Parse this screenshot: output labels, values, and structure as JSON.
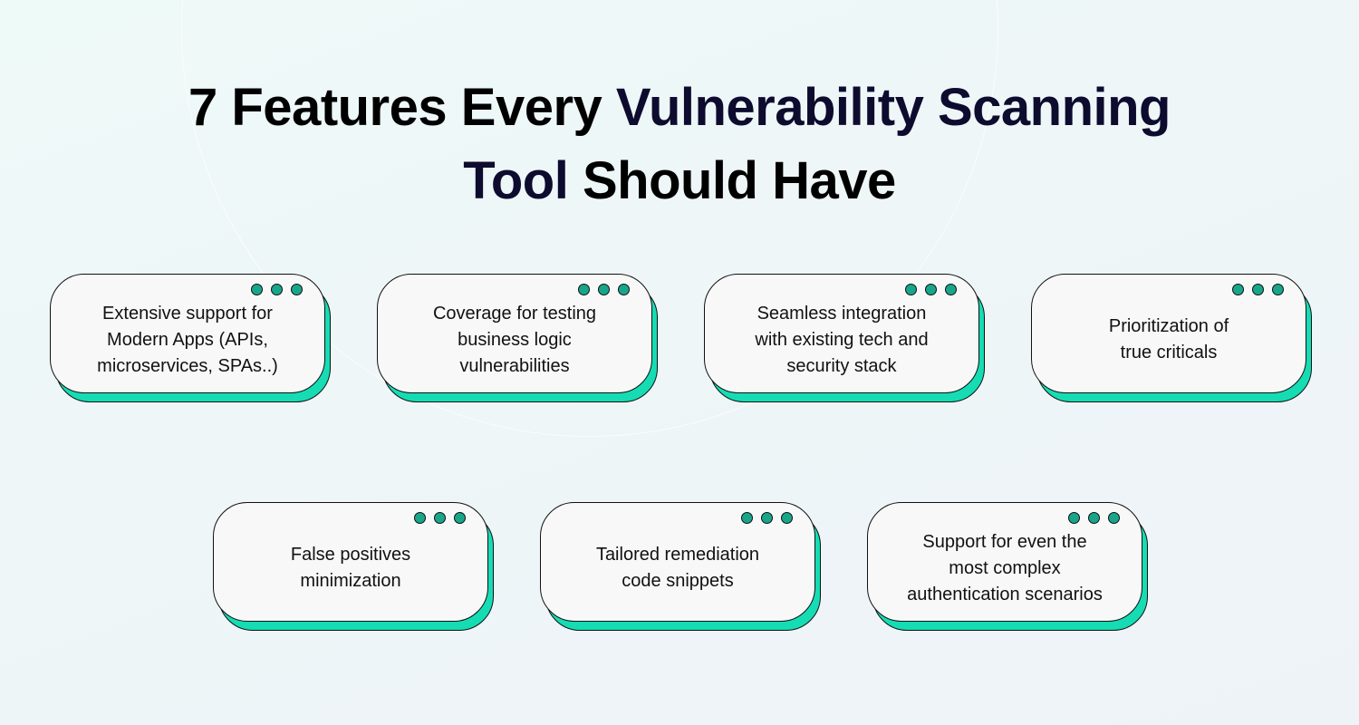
{
  "title": {
    "line1_prefix": "7 Features Every ",
    "line1_accent": "Vulnerability Scanning",
    "line2_accent": "Tool",
    "line2_suffix": " Should Have"
  },
  "colors": {
    "accent_text": "#0d0b2e",
    "card_shadow": "#16dcb4",
    "dot": "#17a68a",
    "card_bg": "#f8f8f8"
  },
  "cards": [
    {
      "lines": [
        "Extensive support for",
        "Modern Apps (APIs,",
        "microservices, SPAs..)"
      ]
    },
    {
      "lines": [
        "Coverage for testing",
        "business logic",
        "vulnerabilities"
      ]
    },
    {
      "lines": [
        "Seamless integration",
        "with existing tech and",
        "security stack"
      ]
    },
    {
      "lines": [
        "Prioritization of",
        "true criticals"
      ]
    },
    {
      "lines": [
        "False positives",
        "minimization"
      ]
    },
    {
      "lines": [
        "Tailored remediation",
        "code snippets"
      ]
    },
    {
      "lines": [
        "Support for even the",
        "most complex",
        "authentication scenarios"
      ]
    }
  ]
}
